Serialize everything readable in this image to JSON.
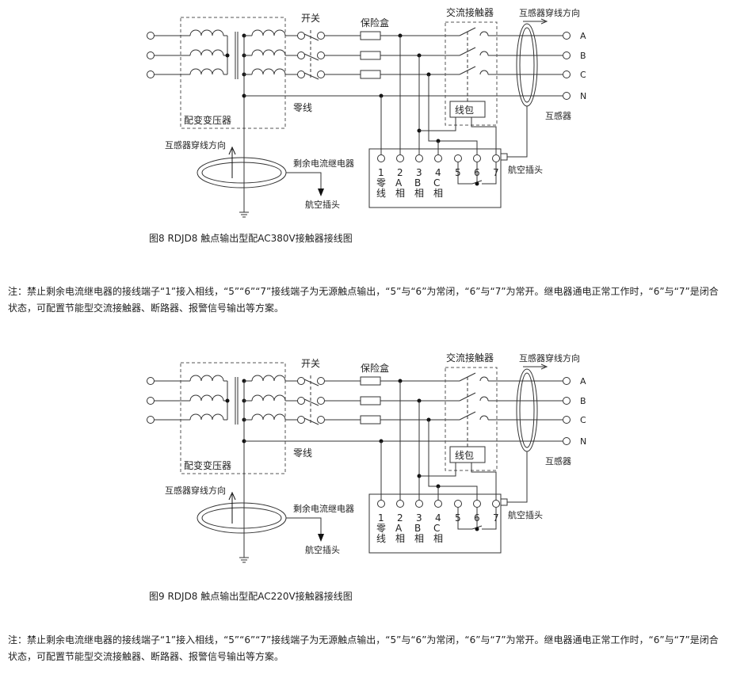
{
  "figures": [
    {
      "labels": {
        "switch": "开关",
        "fuse_box": "保险盒",
        "contactor": "交流接触器",
        "ct_direction_top": "互感器穿线方向",
        "phase_a": "A",
        "phase_b": "B",
        "phase_c": "C",
        "neutral": "N",
        "transformer": "配变变压器",
        "neutral_line": "零线",
        "coil": "线包",
        "ct": "互感器",
        "ct_direction_bottom": "互感器穿线方向",
        "relay": "剩余电流继电器",
        "plug_bottom": "航空插头",
        "plug_right": "航空插头",
        "terminals": [
          "1",
          "2",
          "3",
          "4",
          "5",
          "6",
          "7"
        ],
        "terminal_desc": [
          [
            "零",
            "线"
          ],
          [
            "A",
            "相"
          ],
          [
            "B",
            "相"
          ],
          [
            "C",
            "相"
          ]
        ]
      },
      "caption": "图8 RDJD8  触点输出型配AC380V接触器接线图",
      "note": "注：禁止剩余电流继电器的接线端子“1”接入相线，“5”“6”“7”接线端子为无源触点输出，“5”与“6”为常闭，“6”与“7”为常开。继电器通电正常工作时，“6”与“7”是闭合状态，可配置节能型交流接触器、断路器、报警信号输出等方案。"
    },
    {
      "labels": {
        "switch": "开关",
        "fuse_box": "保险盒",
        "contactor": "交流接触器",
        "ct_direction_top": "互感器穿线方向",
        "phase_a": "A",
        "phase_b": "B",
        "phase_c": "C",
        "neutral": "N",
        "transformer": "配变变压器",
        "neutral_line": "零线",
        "coil": "线包",
        "ct": "互感器",
        "ct_direction_bottom": "互感器穿线方向",
        "relay": "剩余电流继电器",
        "plug_bottom": "航空插头",
        "plug_right": "航空插头",
        "terminals": [
          "1",
          "2",
          "3",
          "4",
          "5",
          "6",
          "7"
        ],
        "terminal_desc": [
          [
            "零",
            "线"
          ],
          [
            "A",
            "相"
          ],
          [
            "B",
            "相"
          ],
          [
            "C",
            "相"
          ]
        ]
      },
      "caption": "图9 RDJD8  触点输出型配AC220V接触器接线图",
      "note": "注：禁止剩余电流继电器的接线端子“1”接入相线，“5”“6”“7”接线端子为无源触点输出，“5”与“6”为常闭，“6”与“7”为常开。继电器通电正常工作时，“6”与“7”是闭合状态，可配置节能型交流接触器、断路器、报警信号输出等方案。"
    }
  ]
}
